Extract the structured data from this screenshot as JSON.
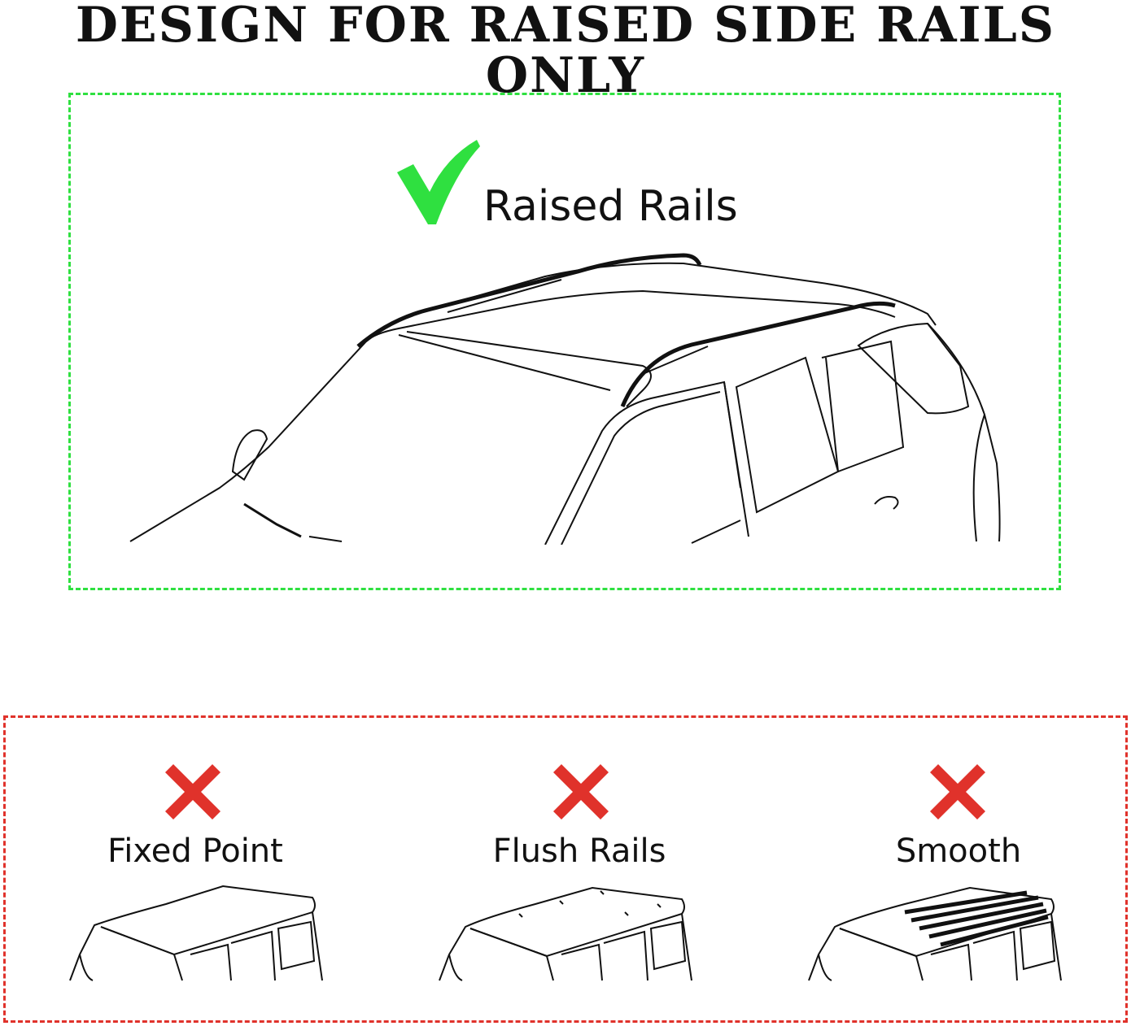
{
  "title": "DESIGN FOR RAISED SIDE RAILS ONLY",
  "ok_section": {
    "label": "Raised Rails",
    "accent": "#2fe040",
    "icon": "check-icon"
  },
  "no_section": {
    "accent": "#e0322b",
    "items": [
      {
        "label": "Fixed Point",
        "icon": "x-icon"
      },
      {
        "label": "Flush Rails",
        "icon": "x-icon"
      },
      {
        "label": "Smooth",
        "icon": "x-icon"
      }
    ]
  }
}
